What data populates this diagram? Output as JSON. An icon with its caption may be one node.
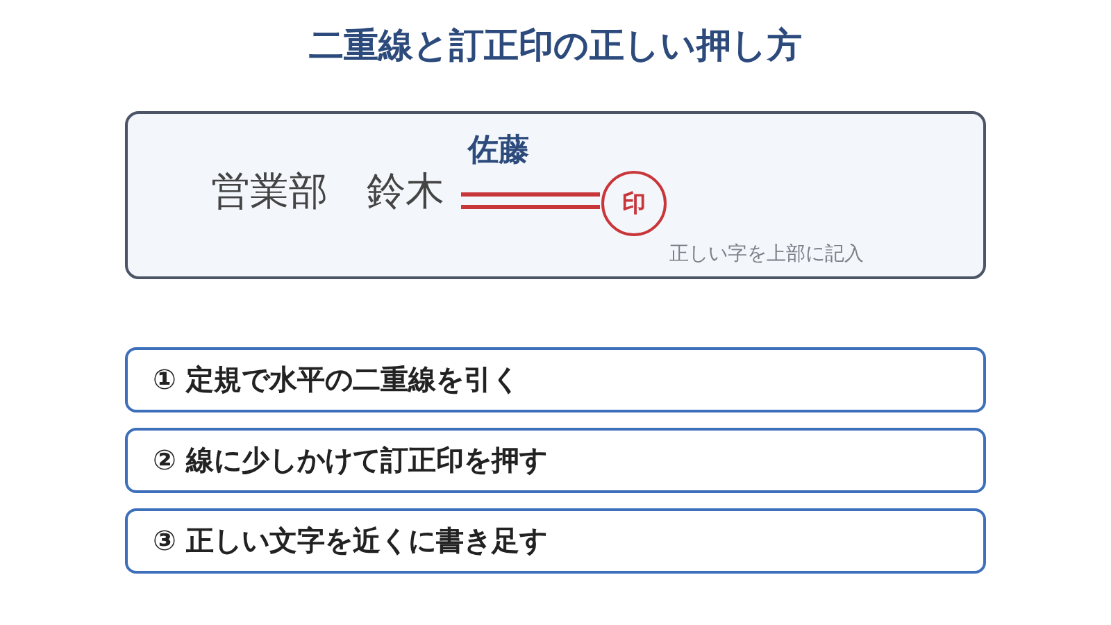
{
  "diagram": {
    "title": "二重線と訂正印の正しい押し方",
    "nodes": [
      {
        "text": [
          "佐藤",
          "営業部　鈴木",
          "正しい字を上部に記入"
        ]
      },
      {
        "text": [
          "印"
        ],
        "in": 0
      },
      {
        "text": [
          "① 定規で水平の二重線を引く"
        ]
      },
      {
        "text": [
          "② 線に少しかけて訂正印を押す"
        ]
      },
      {
        "text": [
          "③ 正しい文字を近くに書き足す"
        ]
      }
    ]
  }
}
